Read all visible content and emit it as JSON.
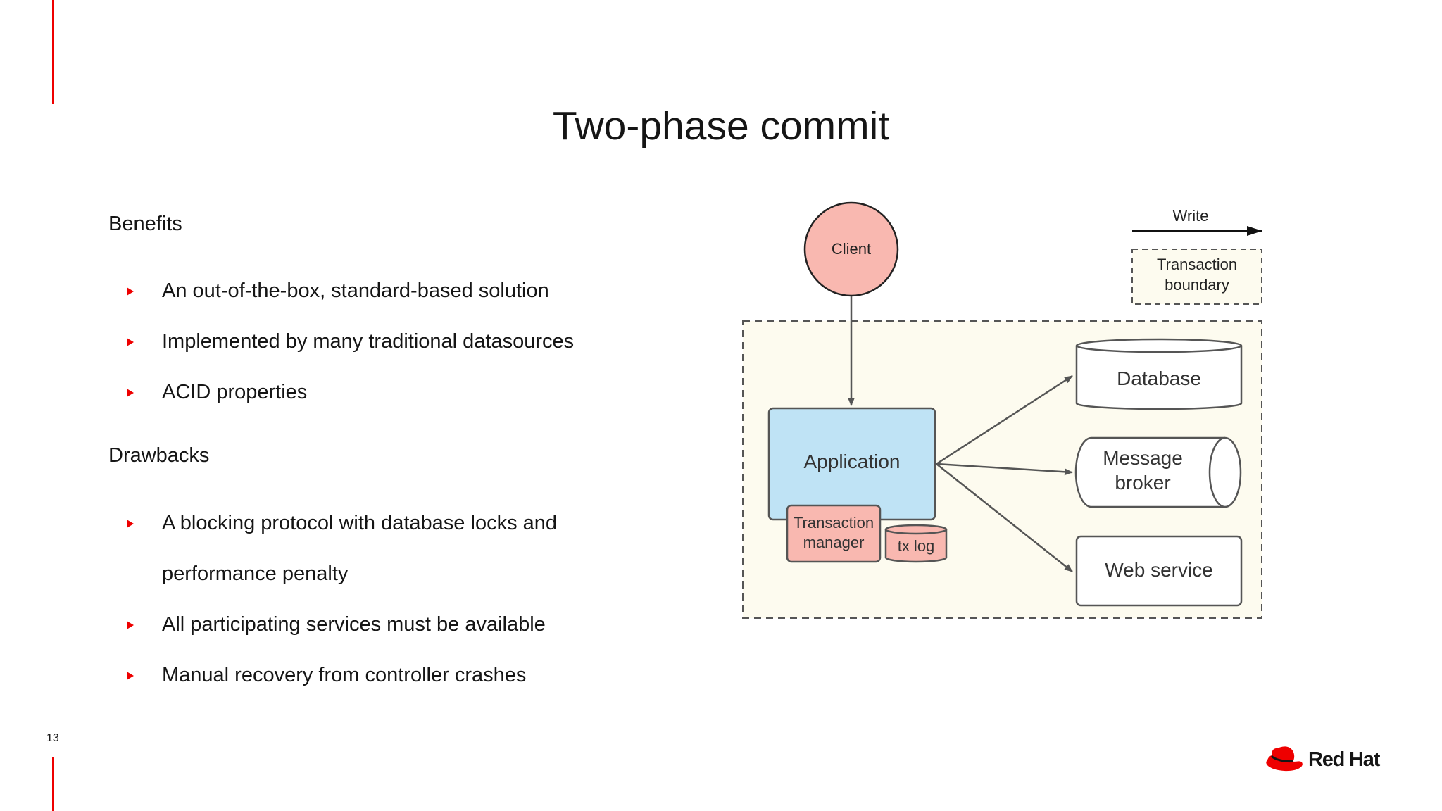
{
  "slide": {
    "title": "Two-phase commit",
    "page_number": "13"
  },
  "benefits": {
    "heading": "Benefits",
    "items": [
      "An out-of-the-box, standard-based solution",
      "Implemented by many traditional datasources",
      "ACID properties"
    ]
  },
  "drawbacks": {
    "heading": "Drawbacks",
    "items": [
      "A blocking protocol with database locks and performance penalty",
      "All participating services must be available",
      "Manual recovery from controller crashes"
    ]
  },
  "diagram": {
    "legend": {
      "write_label": "Write",
      "boundary_label_1": "Transaction",
      "boundary_label_2": "boundary"
    },
    "client": "Client",
    "application": "Application",
    "tx_manager_1": "Transaction",
    "tx_manager_2": "manager",
    "tx_log": "tx log",
    "database": "Database",
    "broker_1": "Message",
    "broker_2": "broker",
    "web_service": "Web service"
  },
  "brand": {
    "name": "Red Hat",
    "logo_icon": "red-hat-fedora-icon",
    "accent_color": "#ee0000"
  },
  "colors": {
    "client_fill": "#f9b8b0",
    "application_fill": "#bfe3f5",
    "tx_fill": "#f9b8b0",
    "boundary_fill": "#fdfbef"
  }
}
